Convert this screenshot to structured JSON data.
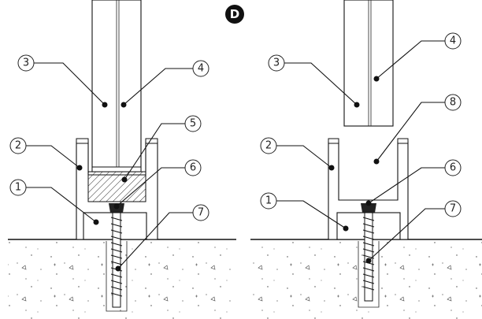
{
  "step_badge": {
    "label": "D",
    "color": "#111111"
  },
  "left_view": {
    "callouts": [
      {
        "id": "c3",
        "label": "3"
      },
      {
        "id": "c4",
        "label": "4"
      },
      {
        "id": "c5",
        "label": "5"
      },
      {
        "id": "c2",
        "label": "2"
      },
      {
        "id": "c6",
        "label": "6"
      },
      {
        "id": "c1",
        "label": "1"
      },
      {
        "id": "c7",
        "label": "7"
      }
    ]
  },
  "right_view": {
    "callouts": [
      {
        "id": "c3",
        "label": "3"
      },
      {
        "id": "c4",
        "label": "4"
      },
      {
        "id": "c8",
        "label": "8"
      },
      {
        "id": "c2",
        "label": "2"
      },
      {
        "id": "c6",
        "label": "6"
      },
      {
        "id": "c1",
        "label": "1"
      },
      {
        "id": "c7",
        "label": "7"
      }
    ]
  }
}
